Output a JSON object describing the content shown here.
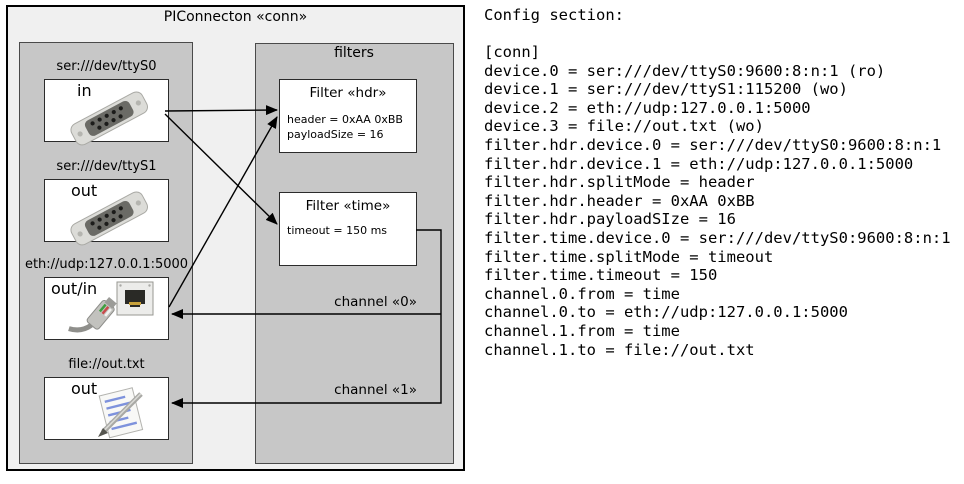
{
  "diagram": {
    "title": "PIConnecton «conn»",
    "devices_panel": {
      "devices": [
        {
          "uri": "ser:///dev/ttyS0",
          "port": "in",
          "icon": "serial-connector-icon"
        },
        {
          "uri": "ser:///dev/ttyS1",
          "port": "out",
          "icon": "serial-connector-icon"
        },
        {
          "uri": "eth://udp:127.0.0.1:5000",
          "port": "out/in",
          "icon": "ethernet-jack-icon"
        },
        {
          "uri": "file://out.txt",
          "port": "out",
          "icon": "notepad-pen-icon"
        }
      ]
    },
    "filters_panel": {
      "label": "filters",
      "filters": [
        {
          "title": "Filter «hdr»",
          "props": [
            "header = 0xAA 0xBB",
            "payloadSize = 16"
          ]
        },
        {
          "title": "Filter «time»",
          "props": [
            "timeout = 150 ms"
          ]
        }
      ]
    },
    "channels": [
      {
        "label": "channel «0»"
      },
      {
        "label": "channel «1»"
      }
    ],
    "colors": {
      "outer_bg": "#f0f0f0",
      "panel_bg": "#c7c7c7",
      "box_bg": "#ffffff",
      "line": "#000000"
    }
  },
  "config": {
    "heading": "Config section:",
    "lines": [
      "[conn]",
      "device.0 = ser:///dev/ttyS0:9600:8:n:1 (ro)",
      "device.1 = ser:///dev/ttyS1:115200 (wo)",
      "device.2 = eth://udp:127.0.0.1:5000",
      "device.3 = file://out.txt (wo)",
      "filter.hdr.device.0 = ser:///dev/ttyS0:9600:8:n:1",
      "filter.hdr.device.1 = eth://udp:127.0.0.1:5000",
      "filter.hdr.splitMode = header",
      "filter.hdr.header = 0xAA 0xBB",
      "filter.hdr.payloadSIze = 16",
      "filter.time.device.0 = ser:///dev/ttyS0:9600:8:n:1",
      "filter.time.splitMode = timeout",
      "filter.time.timeout = 150",
      "channel.0.from = time",
      "channel.0.to = eth://udp:127.0.0.1:5000",
      "channel.1.from = time",
      "channel.1.to = file://out.txt"
    ]
  }
}
